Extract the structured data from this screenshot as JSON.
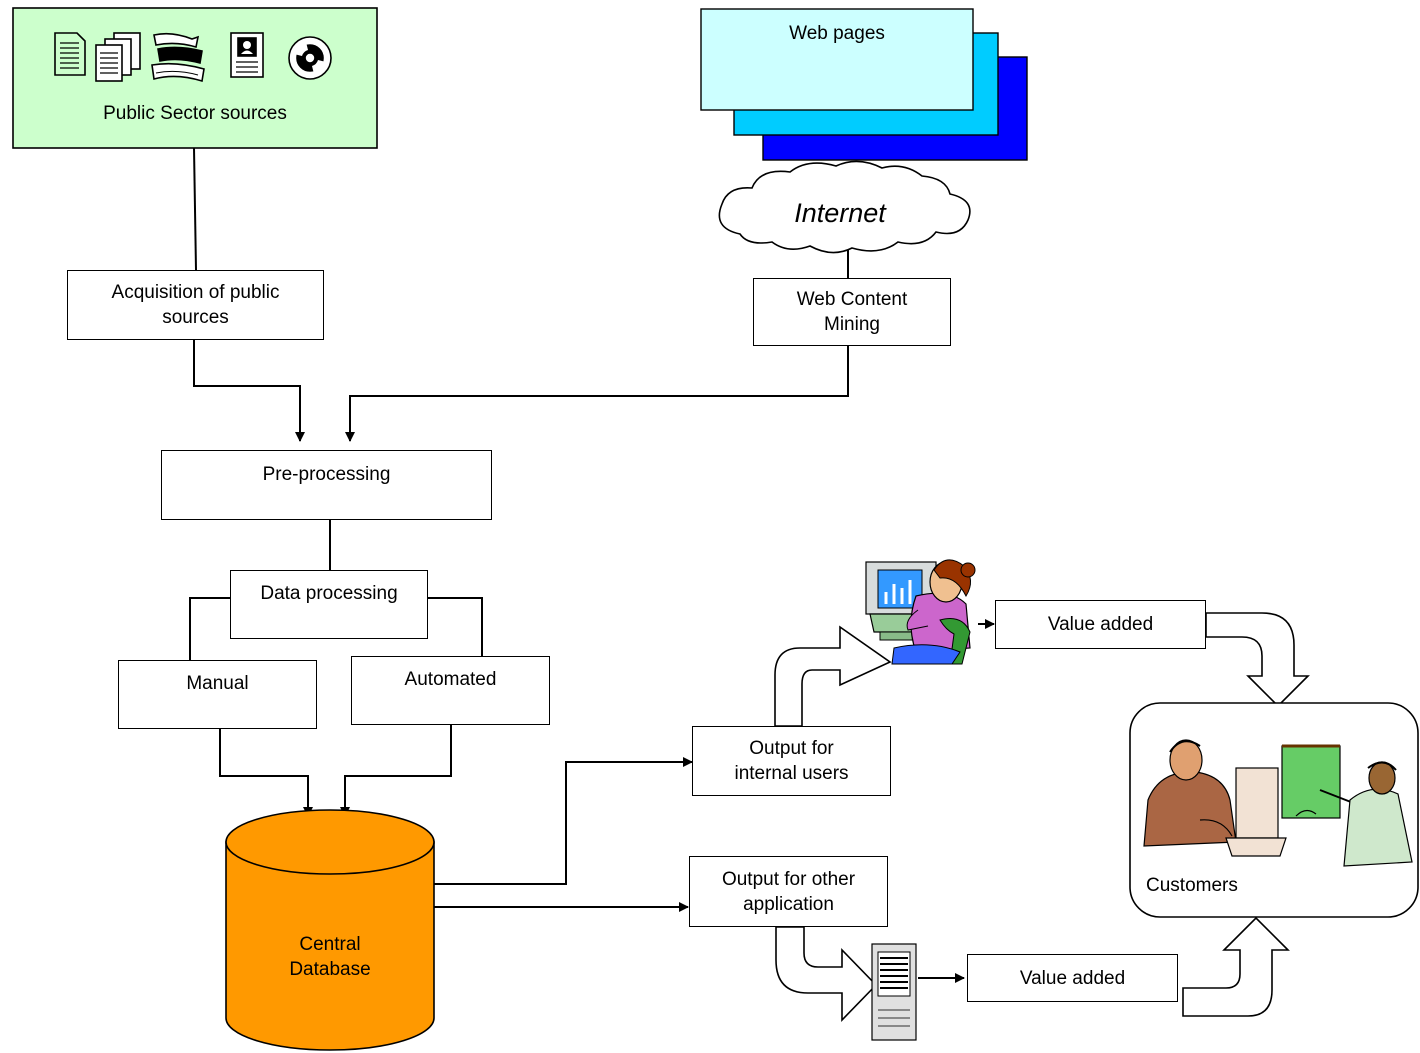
{
  "sources": {
    "label": "Public Sector sources",
    "fill": "#ccffcc",
    "icons": [
      "document-icon",
      "documents-stack-icon",
      "books-icon",
      "photo-document-icon",
      "cd-disc-icon"
    ]
  },
  "web": {
    "label": "Web pages",
    "page_colors": [
      "#ccffff",
      "#00ccff",
      "#0000ff"
    ]
  },
  "internet": {
    "label": "Internet"
  },
  "steps": {
    "acquisition": "Acquisition of public sources",
    "web_mining": "Web Content Mining",
    "preprocessing": "Pre-processing",
    "data_processing": "Data processing",
    "manual": "Manual",
    "automated": "Automated",
    "output_internal": "Output for internal users",
    "output_other": "Output for other application",
    "value_added_top": "Value added",
    "value_added_bottom": "Value added"
  },
  "database": {
    "label": "Central Database",
    "fill": "#ff9900"
  },
  "customers": {
    "label": "Customers"
  }
}
